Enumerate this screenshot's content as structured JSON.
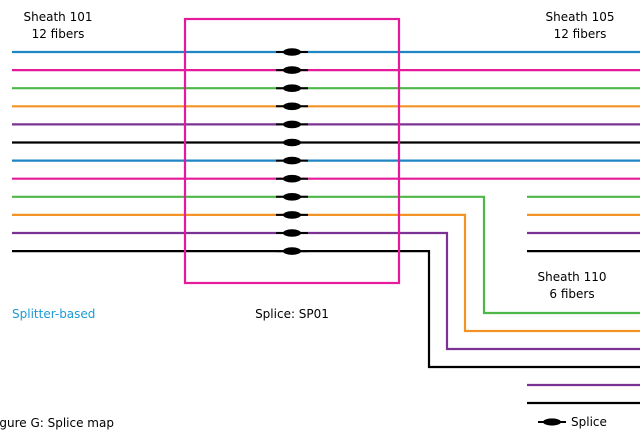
{
  "sheath_101": {
    "name": "Sheath 101",
    "fibers": "12 fibers"
  },
  "sheath_105": {
    "name": "Sheath 105",
    "fibers": "12 fibers"
  },
  "sheath_110": {
    "name": "Sheath 110",
    "fibers": "6 fibers"
  },
  "splitter_note": "Splitter-based",
  "splice_label": "Splice: SP01",
  "caption": "Figure G: Splice map",
  "legend_label": "Splice",
  "colors": {
    "blue": "#1f85c4",
    "pink": "#e5199b",
    "green": "#4db848",
    "orange": "#f39325",
    "purple": "#7b3293",
    "black": "#000000",
    "enclosure": "#e5199b",
    "accent_text": "#1b9ad6"
  },
  "fiber_colors": [
    "blue",
    "pink",
    "green",
    "orange",
    "purple",
    "black",
    "blue",
    "pink",
    "green",
    "orange",
    "purple",
    "black"
  ],
  "sheath_110_fiber_colors": [
    "blue",
    "pink",
    "green",
    "orange",
    "purple",
    "black"
  ],
  "sheath_105_stub_colors": [
    "green",
    "orange",
    "purple",
    "black"
  ]
}
